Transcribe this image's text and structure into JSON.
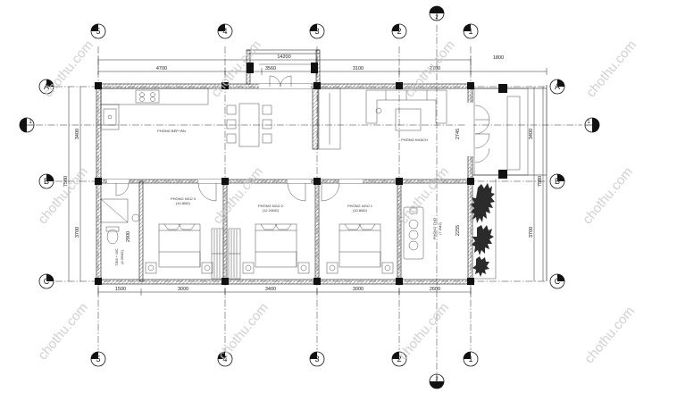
{
  "axes_x": [
    "5",
    "4",
    "3",
    "2",
    "1"
  ],
  "axes_y": [
    "A",
    "B",
    "C"
  ],
  "dims_top": {
    "total": "14200",
    "span1": "4700",
    "span2": "3560",
    "span3": "3100",
    "span4": "2700",
    "span5": "1800"
  },
  "dims_bottom": {
    "s1": "1500",
    "s2": "3000",
    "s3": "3400",
    "s4": "3000",
    "s5": "2600"
  },
  "dims_left": {
    "total": "7580",
    "upper": "3400",
    "lower": "3700",
    "wc": "2900"
  },
  "dims_right": {
    "total": "7580",
    "upper": "3400",
    "lower": "3700",
    "a": "2745",
    "b": "2255"
  },
  "rooms": {
    "kitchen": "PHÒNG BẾP+ĂN",
    "living": "PHÒNG KHÁCH",
    "bed3": "PHÒNG NGỦ 3",
    "bed3_area": "(10.8M2)",
    "bed2": "PHÒNG NGỦ 2",
    "bed2_area": "(12.24M2)",
    "bed1": "PHÒNG NGỦ 1",
    "bed1_area": "(10.8M2)",
    "worship": "PHÒNG THỜ",
    "worship_area": "(7.3M2)",
    "wc": "TẮM + WC",
    "wc_area": "(4.35M2)"
  },
  "section_marks": {
    "ab": "1",
    "vertical": "2"
  },
  "watermark": "chothu.com"
}
